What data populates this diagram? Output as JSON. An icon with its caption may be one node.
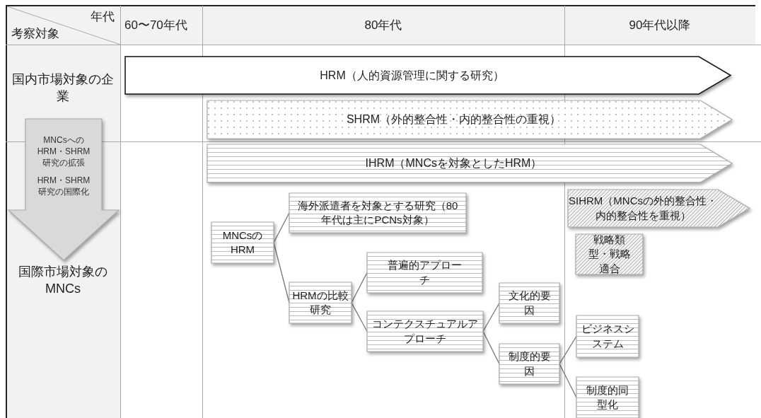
{
  "diagram": {
    "nodes": [
      {
        "text": [
          "MNCsへのHRM・SHRM研究の拡張",
          "HRM・SHRM研究の国際化"
        ]
      },
      {
        "text": [
          "HRM（人的資源管理に関する研究）"
        ]
      },
      {
        "text": [
          "SHRM（外的整合性・内的整合性の重視）"
        ]
      },
      {
        "text": [
          "IHRM（MNCsを対象としたHRM）"
        ]
      },
      {
        "text": [
          "SIHRM（MNCsの外的整合性・内的整合性を重視）"
        ]
      },
      {
        "text": [
          "戦略類型・戦略適合"
        ]
      },
      {
        "text": [
          "MNCsのHRM"
        ]
      },
      {
        "text": [
          "海外派遣者を対象とする研究（80年代は主にPCNs対象）"
        ]
      },
      {
        "text": [
          "HRMの比較研究"
        ]
      },
      {
        "text": [
          "普遍的アプローチ"
        ]
      },
      {
        "text": [
          "コンテクスチュアルアプローチ"
        ]
      },
      {
        "text": [
          "文化的要因"
        ]
      },
      {
        "text": [
          "制度的要因"
        ]
      },
      {
        "text": [
          "ビジネスシステム"
        ]
      },
      {
        "text": [
          "制度的同型化"
        ]
      }
    ],
    "edges": [
      {
        "from": 6,
        "to": 7,
        "arrow": "none"
      },
      {
        "from": 6,
        "to": 8,
        "arrow": "none"
      },
      {
        "from": 8,
        "to": 9,
        "arrow": "none"
      },
      {
        "from": 8,
        "to": 10,
        "arrow": "none"
      },
      {
        "from": 10,
        "to": 11,
        "arrow": "none"
      },
      {
        "from": 10,
        "to": 12,
        "arrow": "none"
      },
      {
        "from": 12,
        "to": 13,
        "arrow": "none"
      },
      {
        "from": 12,
        "to": 14,
        "arrow": "none"
      }
    ],
    "labels": [
      "年代",
      "考察対象",
      "60〜70年代",
      "80年代",
      "90年代以降",
      "国内市場対象の企業",
      "国際市場対象のMNCs"
    ]
  }
}
